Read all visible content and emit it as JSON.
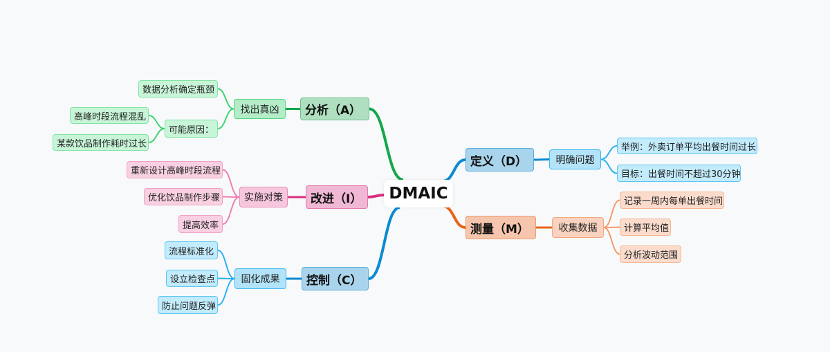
{
  "root": {
    "label": "DMAIC"
  },
  "branches": [
    {
      "id": "D",
      "label": "定义（D）",
      "color": "#0b8ad0",
      "fill": "#a9d4ec",
      "border": "#5aaedb",
      "child": {
        "label": "明确问题",
        "fill": "#b3e3f8",
        "border": "#3bb8f0",
        "leaves": [
          {
            "label": "举例：外卖订单平均出餐时间过长"
          },
          {
            "label": "目标：出餐时间不超过30分钟"
          }
        ],
        "leafFill": "#c2ebfc",
        "leafBorder": "#5cc6f2",
        "line": "#2bb1ef"
      }
    },
    {
      "id": "M",
      "label": "测量（M）",
      "color": "#e8651a",
      "fill": "#f5c6ad",
      "border": "#ee9a6c",
      "child": {
        "label": "收集数据",
        "fill": "#f9d3c0",
        "border": "#f4a67c",
        "leaves": [
          {
            "label": "记录一周内每单出餐时间"
          },
          {
            "label": "计算平均值"
          },
          {
            "label": "分析波动范围"
          }
        ],
        "leafFill": "#fbdccc",
        "leafBorder": "#f6b693",
        "line": "#f59a66"
      }
    },
    {
      "id": "A",
      "label": "分析（A）",
      "color": "#12a84a",
      "fill": "#b0dfc0",
      "border": "#6ec08a",
      "child": {
        "label": "找出真凶",
        "fill": "#b5ecc8",
        "border": "#4cd97a",
        "leaves": [
          {
            "label": "数据分析确定瓶颈"
          },
          {
            "label": "可能原因：",
            "leaves": [
              {
                "label": "高峰时段流程混乱"
              },
              {
                "label": "某款饮品制作耗时过长"
              }
            ]
          }
        ],
        "leafFill": "#c8f5d8",
        "leafBorder": "#7ee6a0",
        "line": "#3ed46f"
      }
    },
    {
      "id": "I",
      "label": "改进（I）",
      "color": "#d8307f",
      "fill": "#f0b8d4",
      "border": "#e37aac",
      "child": {
        "label": "实施对策",
        "fill": "#f6c6dc",
        "border": "#ea8cb8",
        "leaves": [
          {
            "label": "重新设计高峰时段流程"
          },
          {
            "label": "优化饮品制作步骤"
          },
          {
            "label": "提高效率"
          }
        ],
        "leafFill": "#f8d0e2",
        "leafBorder": "#efa2c5",
        "line": "#ec80b3"
      }
    },
    {
      "id": "C",
      "label": "控制（C）",
      "color": "#0b8ad0",
      "fill": "#a9d4ec",
      "border": "#5aaedb",
      "child": {
        "label": "固化成果",
        "fill": "#b3e3f8",
        "border": "#3bb8f0",
        "leaves": [
          {
            "label": "流程标准化"
          },
          {
            "label": "设立检查点"
          },
          {
            "label": "防止问题反弹"
          }
        ],
        "leafFill": "#c2ebfc",
        "leafBorder": "#5cc6f2",
        "line": "#2bb1ef"
      }
    }
  ]
}
